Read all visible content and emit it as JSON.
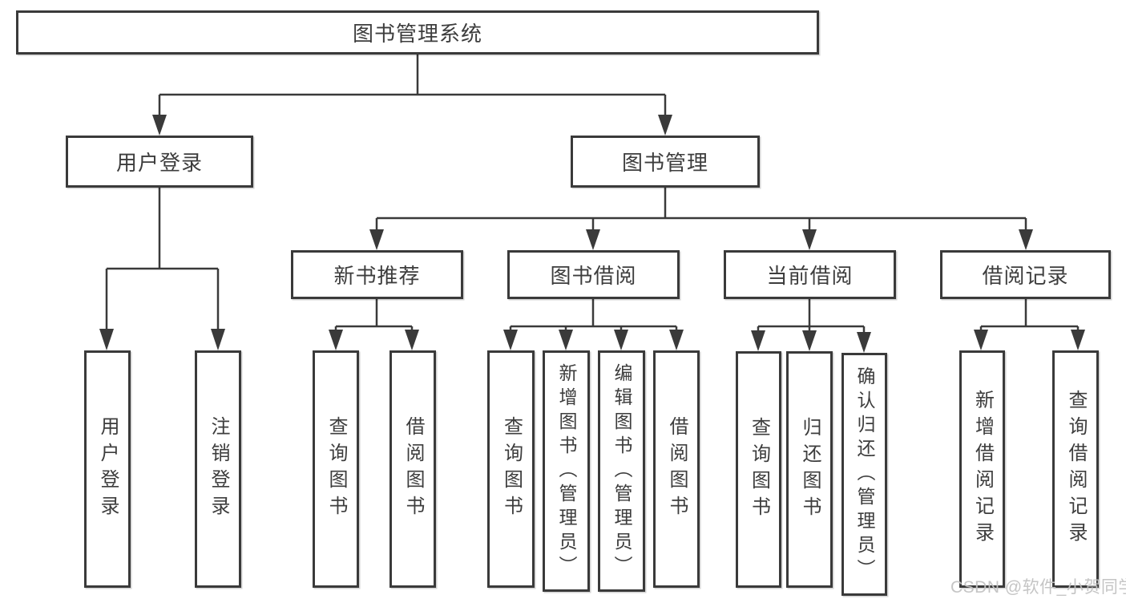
{
  "diagram": {
    "root": {
      "label": "图书管理系统"
    },
    "branches": [
      {
        "label": "用户登录",
        "children": [
          {
            "label": "用户登录"
          },
          {
            "label": "注销登录"
          }
        ]
      },
      {
        "label": "图书管理",
        "children": [
          {
            "label": "新书推荐",
            "children": [
              {
                "label": "查询图书"
              },
              {
                "label": "借阅图书"
              }
            ]
          },
          {
            "label": "图书借阅",
            "children": [
              {
                "label": "查询图书"
              },
              {
                "label": "新增图书（管理员）"
              },
              {
                "label": "编辑图书（管理员）"
              },
              {
                "label": "借阅图书"
              }
            ]
          },
          {
            "label": "当前借阅",
            "children": [
              {
                "label": "查询图书"
              },
              {
                "label": "归还图书"
              },
              {
                "label": "确认归还（管理员）"
              }
            ]
          },
          {
            "label": "借阅记录",
            "children": [
              {
                "label": "新增借阅记录"
              },
              {
                "label": "查询借阅记录"
              }
            ]
          }
        ]
      }
    ]
  },
  "watermark": {
    "text": "CSDN @软件_小贺同学"
  },
  "colors": {
    "line": "#3a3a3a",
    "box_border": "#3a3a3a",
    "text": "#3d3d3d",
    "watermark": "#c2c2c2",
    "background": "#ffffff"
  }
}
